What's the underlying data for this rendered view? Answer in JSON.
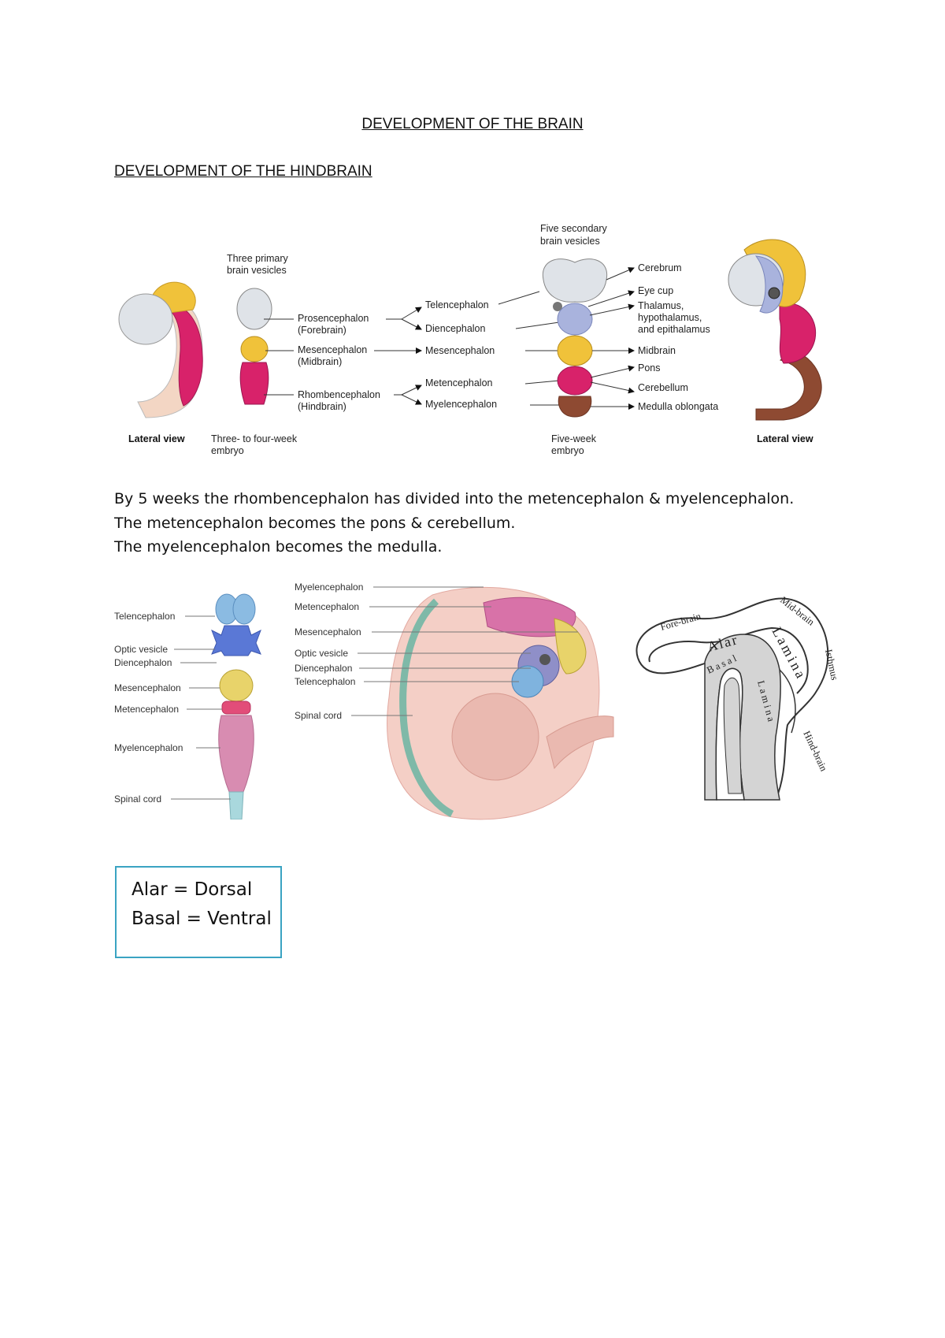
{
  "document": {
    "title": "DEVELOPMENT OF THE BRAIN",
    "section_heading": "DEVELOPMENT OF THE HINDBRAIN",
    "paragraph_lines": [
      "By 5 weeks the rhombencephalon has divided into the metencephalon & myelencephalon.",
      "The metencephalon becomes the pons & cerebellum.",
      "The myelencephalon becomes the medulla."
    ],
    "note_box": {
      "line1": "Alar = Dorsal",
      "line2": "Basal = Ventral"
    }
  },
  "figure1": {
    "primary_title_1": "Three primary",
    "primary_title_2": "brain vesicles",
    "secondary_title_1": "Five secondary",
    "secondary_title_2": "brain vesicles",
    "lateral_view_left": "Lateral view",
    "lateral_view_right": "Lateral view",
    "caption_early_1": "Three- to four-week",
    "caption_early_2": "embryo",
    "caption_late_1": "Five-week",
    "caption_late_2": "embryo",
    "primary": [
      {
        "name": "Prosencephalon",
        "sub": "(Forebrain)"
      },
      {
        "name": "Mesencephalon",
        "sub": "(Midbrain)"
      },
      {
        "name": "Rhombencephalon",
        "sub": "(Hindbrain)"
      }
    ],
    "secondary": [
      "Telencephalon",
      "Diencephalon",
      "Mesencephalon",
      "Metencephalon",
      "Myelencephalon"
    ],
    "adult": [
      "Cerebrum",
      "Eye cup",
      "Thalamus,",
      "hypothalamus,",
      "and epithalamus",
      "Midbrain",
      "Pons",
      "Cerebellum",
      "Medulla oblongata"
    ],
    "colors": {
      "forebrain": "#d9dde2",
      "diencephalon": "#a9b3dd",
      "midbrain": "#f0c23a",
      "hindbrain": "#d8226a",
      "myelencephalon": "#8e4a32"
    }
  },
  "figure2": {
    "left_labels": [
      "Telencephalon",
      "Optic vesicle",
      "Diencephalon",
      "Mesencephalon",
      "Metencephalon",
      "Myelencephalon",
      "Spinal cord"
    ],
    "mid_labels": [
      "Myelencephalon",
      "Metencephalon",
      "Mesencephalon",
      "Optic vesicle",
      "Diencephalon",
      "Telencephalon",
      "Spinal cord"
    ],
    "right_labels": {
      "fore_brain": "Fore-brain",
      "mid_brain": "Mid-brain",
      "alar": "Alar",
      "lamina_top": "Lamina",
      "basal": "Basal",
      "lamina_bottom": "Lamina",
      "isthmus": "Isthmus",
      "hind_brain": "Hind-brain"
    }
  }
}
